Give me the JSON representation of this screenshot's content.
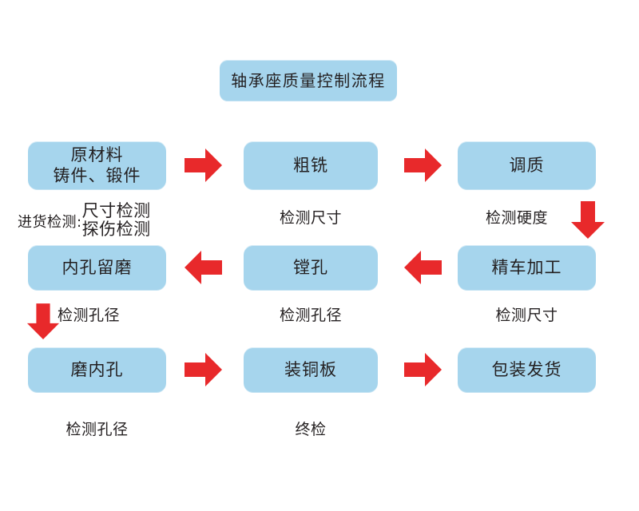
{
  "diagram": {
    "title": "轴承座质量控制流程",
    "accent_box_color": "#a6d5ed",
    "accent_arrow_color": "#e8292b",
    "text_color": "#231f20",
    "background_color": "#ffffff",
    "nodes": [
      {
        "id": "title",
        "label": "轴承座质量控制流程"
      },
      {
        "id": "raw",
        "label": "原材料\n铸件、锻件"
      },
      {
        "id": "rough-mill",
        "label": "粗铣"
      },
      {
        "id": "temper",
        "label": "调质"
      },
      {
        "id": "bore-ream",
        "label": "内孔留磨"
      },
      {
        "id": "boring",
        "label": "镗孔"
      },
      {
        "id": "fine-turn",
        "label": "精车加工"
      },
      {
        "id": "grind-bore",
        "label": "磨内孔"
      },
      {
        "id": "copper",
        "label": "装铜板"
      },
      {
        "id": "ship",
        "label": "包装发货"
      }
    ],
    "captions": [
      {
        "id": "incoming",
        "prefix": "进货检测:",
        "line1": "尺寸检测",
        "line2": "探伤检测"
      },
      {
        "id": "check-size-1",
        "text": "检测尺寸"
      },
      {
        "id": "check-hardness",
        "text": "检测硬度"
      },
      {
        "id": "check-bore-1",
        "text": "检测孔径"
      },
      {
        "id": "check-bore-2",
        "text": "检测孔径"
      },
      {
        "id": "check-size-2",
        "text": "检测尺寸"
      },
      {
        "id": "check-bore-3",
        "text": "检测孔径"
      },
      {
        "id": "final-check",
        "text": "终检"
      }
    ],
    "arrows": [
      {
        "id": "raw-to-rough-mill",
        "direction": "right"
      },
      {
        "id": "rough-mill-to-temper",
        "direction": "right"
      },
      {
        "id": "temper-to-fine-turn",
        "direction": "down"
      },
      {
        "id": "fine-turn-to-boring",
        "direction": "left"
      },
      {
        "id": "boring-to-bore-ream",
        "direction": "left"
      },
      {
        "id": "bore-ream-to-grind",
        "direction": "down"
      },
      {
        "id": "grind-to-copper",
        "direction": "right"
      },
      {
        "id": "copper-to-ship",
        "direction": "right"
      }
    ]
  }
}
